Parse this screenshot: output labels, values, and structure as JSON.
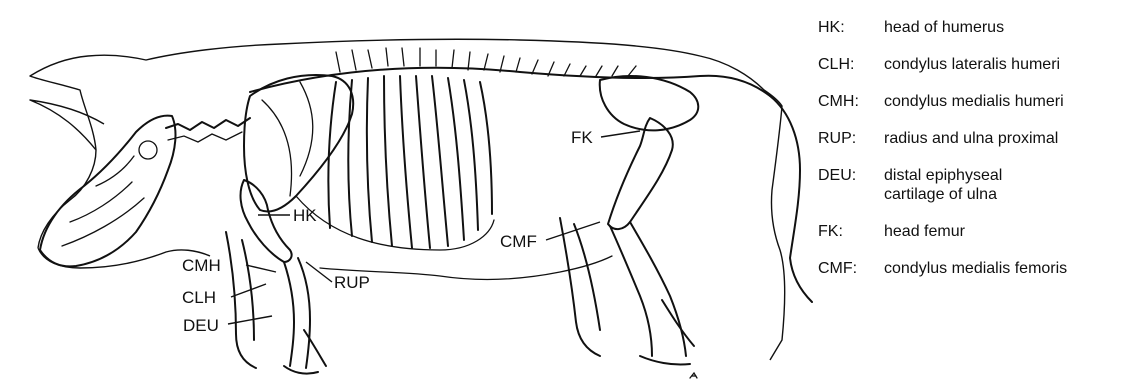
{
  "diagram": {
    "labels": {
      "hk": "HK",
      "fk": "FK",
      "cmh": "CMH",
      "clh": "CLH",
      "rup": "RUP",
      "deu": "DEU",
      "cmf": "CMF"
    }
  },
  "legend": [
    {
      "abbr": "HK:",
      "desc": "head of humerus"
    },
    {
      "abbr": "CLH:",
      "desc": "condylus lateralis humeri"
    },
    {
      "abbr": "CMH:",
      "desc": "condylus medialis humeri"
    },
    {
      "abbr": "RUP:",
      "desc": "radius and ulna proximal"
    },
    {
      "abbr": "DEU:",
      "desc": "distal epiphyseal cartilage of ulna"
    },
    {
      "abbr": "FK:",
      "desc": "head femur"
    },
    {
      "abbr": "CMF:",
      "desc": "condylus medialis femoris"
    }
  ]
}
